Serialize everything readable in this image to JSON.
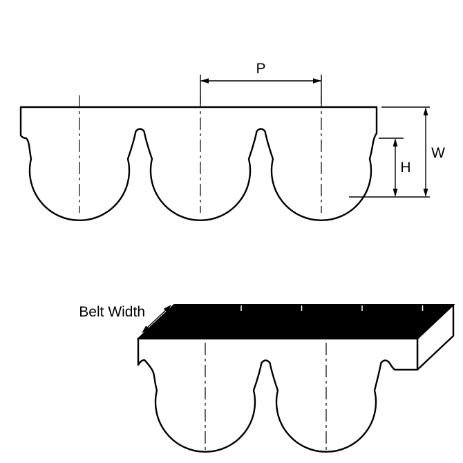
{
  "figure": {
    "subject": "timing-belt tooth profile diagram",
    "dimensions": {
      "pitch": "P",
      "width": "W",
      "tooth_height": "H",
      "belt_width": "Belt Width"
    },
    "views": {
      "profile_view_teeth": 3,
      "isometric_view_teeth": 2
    },
    "colors": {
      "stroke": "#000000",
      "belt_fill": "#ffffff",
      "top_face_fill": "#000000",
      "background": "#ffffff"
    }
  }
}
